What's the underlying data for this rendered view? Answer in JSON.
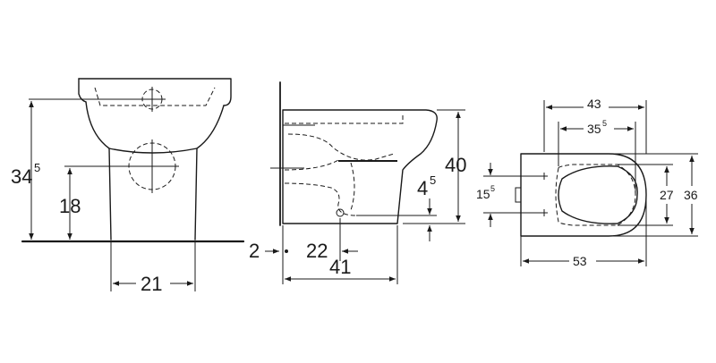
{
  "front_view": {
    "height_total": {
      "main": "34",
      "sup": "5"
    },
    "outlet_height": "18",
    "base_width": "21"
  },
  "side_view": {
    "wall_gap": "2",
    "outlet_offset": "22",
    "depth": "41",
    "height": "40",
    "outlet_small_height": {
      "main": "4",
      "sup": "5"
    }
  },
  "top_view": {
    "width_outer": "43",
    "width_inner": {
      "main": "35",
      "sup": "5"
    },
    "fixing_spacing": {
      "main": "15",
      "sup": "5"
    },
    "inner_height": "27",
    "outer_height": "36",
    "length": "53"
  }
}
